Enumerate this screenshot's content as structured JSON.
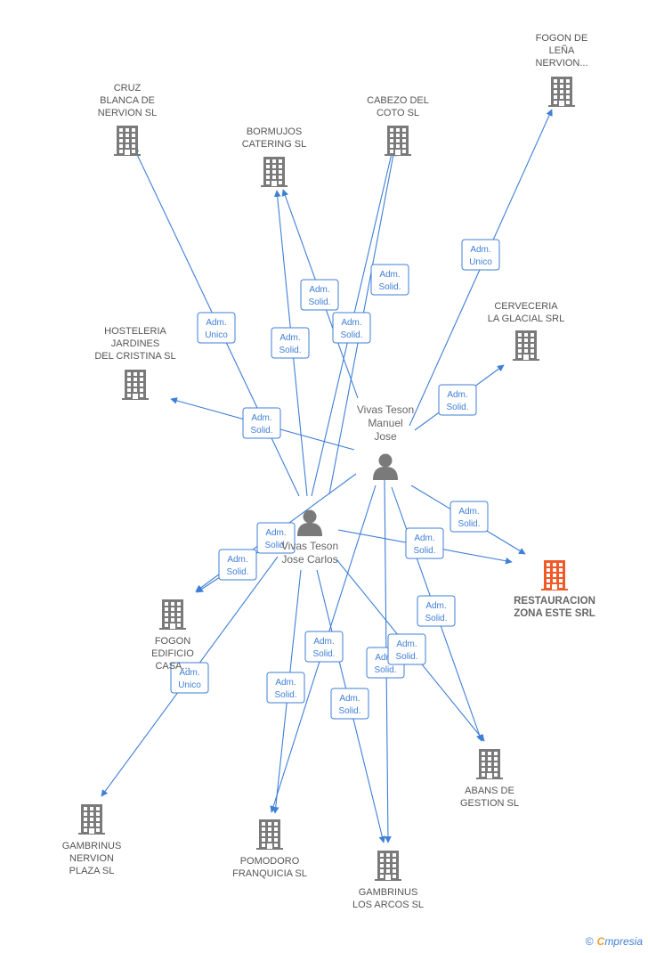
{
  "colors": {
    "edge": "#3f7fd6",
    "node": "#7a7a7a",
    "main_node": "#f05a28"
  },
  "companies": [
    {
      "id": "fogon_lena",
      "lines": [
        "FOGON DE",
        "LEÑA",
        "NERVION..."
      ],
      "icon": "building-icon"
    },
    {
      "id": "cruz_blanca",
      "lines": [
        "CRUZ",
        "BLANCA DE",
        "NERVION SL"
      ],
      "icon": "building-icon"
    },
    {
      "id": "cabezo",
      "lines": [
        "CABEZO DEL",
        "COTO SL"
      ],
      "icon": "building-icon"
    },
    {
      "id": "bormujos",
      "lines": [
        "BORMUJOS",
        "CATERING SL"
      ],
      "icon": "building-icon"
    },
    {
      "id": "cerveceria",
      "lines": [
        "CERVECERIA",
        "LA GLACIAL SRL"
      ],
      "icon": "building-icon"
    },
    {
      "id": "hosteleria",
      "lines": [
        "HOSTELERIA",
        "JARDINES",
        "DEL CRISTINA SL"
      ],
      "icon": "building-icon"
    },
    {
      "id": "restauracion",
      "lines": [
        "RESTAURACION",
        "ZONA ESTE SRL"
      ],
      "icon": "building-icon",
      "main": true
    },
    {
      "id": "fogon_edificio",
      "lines": [
        "FOGON",
        "EDIFICIO",
        "CASA..."
      ],
      "icon": "building-icon"
    },
    {
      "id": "abans",
      "lines": [
        "ABANS DE",
        "GESTION SL"
      ],
      "icon": "building-icon"
    },
    {
      "id": "gambrinus_nervion",
      "lines": [
        "GAMBRINUS",
        "NERVION",
        "PLAZA SL"
      ],
      "icon": "building-icon"
    },
    {
      "id": "pomodoro",
      "lines": [
        "POMODORO",
        "FRANQUICIA SL"
      ],
      "icon": "building-icon"
    },
    {
      "id": "gambrinus_arcos",
      "lines": [
        "GAMBRINUS",
        "LOS ARCOS SL"
      ],
      "icon": "building-icon"
    }
  ],
  "persons": [
    {
      "id": "vivas_manuel",
      "lines": [
        "Vivas Teson",
        "Manuel",
        "Jose"
      ],
      "icon": "person-icon"
    },
    {
      "id": "vivas_carlos",
      "lines": [
        "Vivas Teson",
        "Jose Carlos"
      ],
      "icon": "person-icon"
    }
  ],
  "edges": [
    {
      "from": "vivas_manuel",
      "to": "fogon_lena",
      "label": [
        "Adm.",
        "Unico"
      ]
    },
    {
      "from": "vivas_manuel",
      "to": "cerveceria",
      "label": [
        "Adm.",
        "Solid."
      ]
    },
    {
      "from": "vivas_manuel",
      "to": "cabezo",
      "label": [
        "Adm.",
        "Solid."
      ]
    },
    {
      "from": "vivas_manuel",
      "to": "bormujos",
      "label": [
        "Adm.",
        "Solid."
      ]
    },
    {
      "from": "vivas_manuel",
      "to": "hosteleria",
      "label": [
        "Adm.",
        "Solid."
      ]
    },
    {
      "from": "vivas_manuel",
      "to": "restauracion",
      "label": [
        "Adm.",
        "Solid."
      ]
    },
    {
      "from": "vivas_manuel",
      "to": "abans",
      "label": [
        "Adm.",
        "Solid."
      ]
    },
    {
      "from": "vivas_manuel",
      "to": "gambrinus_arcos",
      "label": [
        "Adm.",
        "Solid."
      ]
    },
    {
      "from": "vivas_manuel",
      "to": "pomodoro",
      "label": [
        "Adm.",
        "Solid."
      ]
    },
    {
      "from": "vivas_manuel",
      "to": "fogon_edificio",
      "label": [
        "Adm.",
        "Solid."
      ]
    },
    {
      "from": "vivas_carlos",
      "to": "cruz_blanca",
      "label": [
        "Adm.",
        "Unico"
      ]
    },
    {
      "from": "vivas_carlos",
      "to": "bormujos",
      "label": [
        "Adm.",
        "Solid."
      ]
    },
    {
      "from": "vivas_carlos",
      "to": "cabezo",
      "label": [
        "Adm.",
        "Solid."
      ]
    },
    {
      "from": "vivas_carlos",
      "to": "restauracion",
      "label": [
        "Adm.",
        "Solid."
      ]
    },
    {
      "from": "vivas_carlos",
      "to": "fogon_edificio",
      "label": [
        "Adm.",
        "Solid."
      ]
    },
    {
      "from": "vivas_carlos",
      "to": "gambrinus_nervion",
      "label": [
        "Adm.",
        "Unico"
      ]
    },
    {
      "from": "vivas_carlos",
      "to": "pomodoro",
      "label": [
        "Adm.",
        "Solid."
      ]
    },
    {
      "from": "vivas_carlos",
      "to": "gambrinus_arcos",
      "label": [
        "Adm.",
        "Solid."
      ]
    },
    {
      "from": "vivas_carlos",
      "to": "abans",
      "label": [
        "Adm.",
        "Solid."
      ]
    }
  ],
  "footer": {
    "copyright": "©",
    "brand_first": "C",
    "brand_rest": "mpresia"
  }
}
